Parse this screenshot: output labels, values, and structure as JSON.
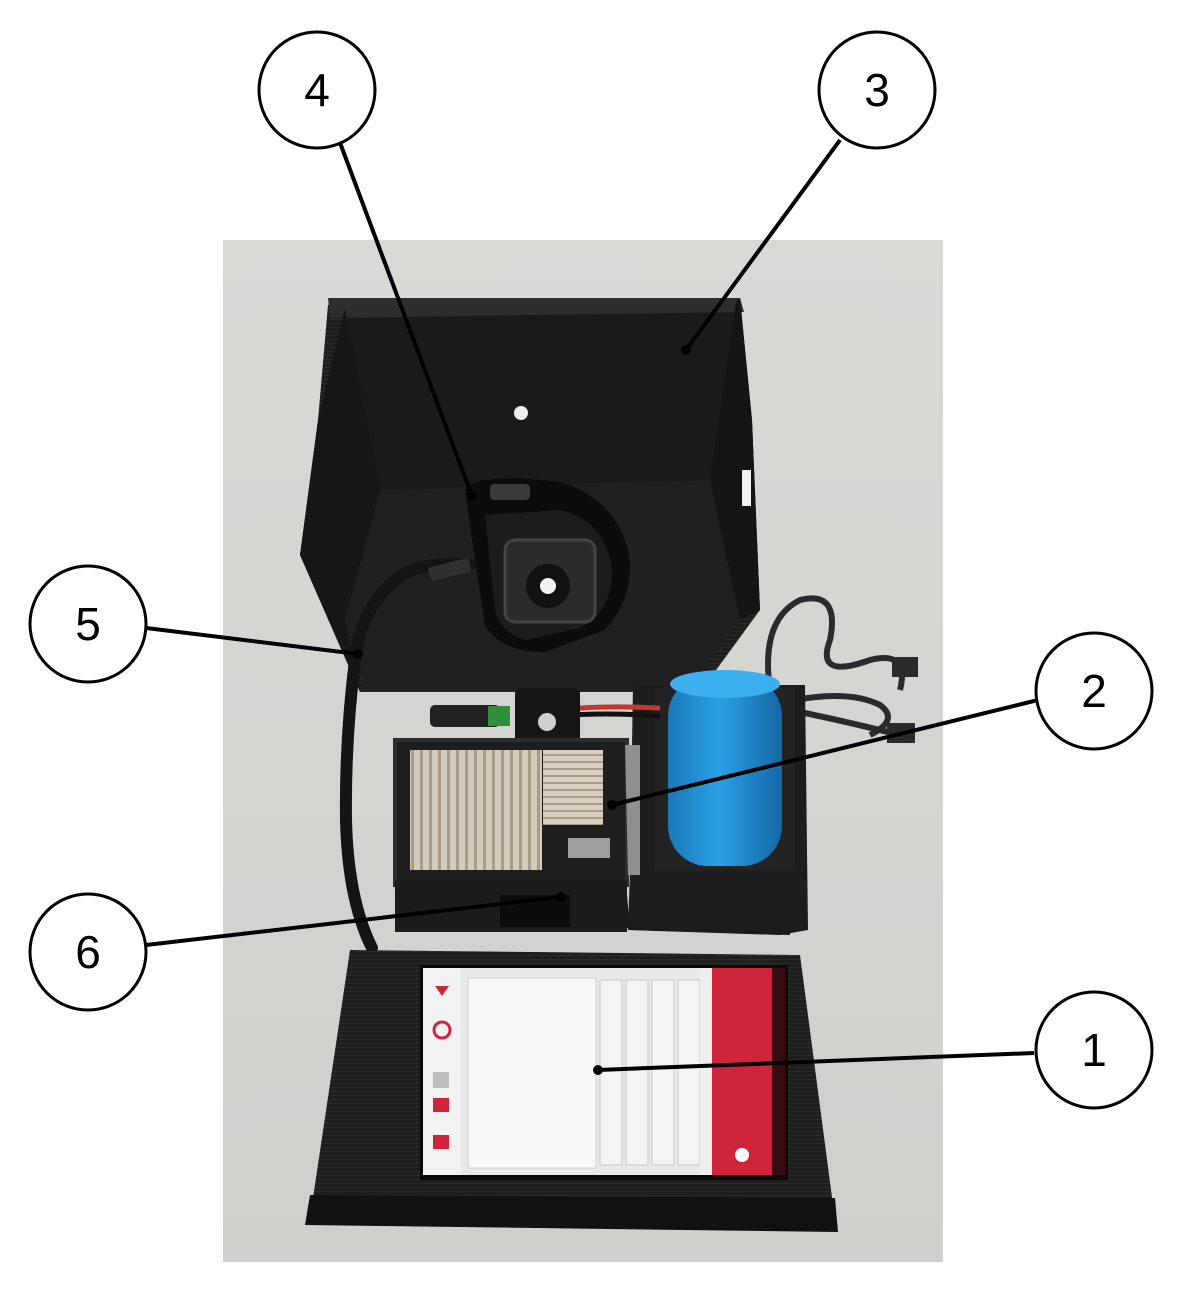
{
  "callouts": [
    {
      "id": "1",
      "label": "1"
    },
    {
      "id": "2",
      "label": "2"
    },
    {
      "id": "3",
      "label": "3"
    },
    {
      "id": "4",
      "label": "4"
    },
    {
      "id": "5",
      "label": "5"
    },
    {
      "id": "6",
      "label": "6"
    }
  ],
  "colors": {
    "background": "#ffffff",
    "table": "#d6d6d4",
    "enclosure": "#1c1c1c",
    "battery": "#1f8fd6",
    "heatsink": "#cfc4b4",
    "screen_accent": "#d0243a",
    "screen": "#e6e6e6"
  }
}
